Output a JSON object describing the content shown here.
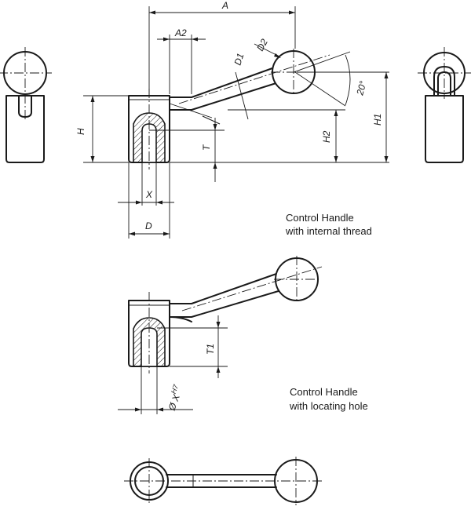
{
  "labels": {
    "A": "A",
    "A2": "A2",
    "D1": "D1",
    "D2": "D2",
    "angle": "20°",
    "H": "H",
    "H1": "H1",
    "H2": "H2",
    "T": "T",
    "X": "X",
    "D": "D",
    "T1": "T1",
    "X_hole_prefix": "Ø X",
    "X_hole_sup": "H7"
  },
  "captions": {
    "internal_line1": "Control Handle",
    "internal_line2": "with internal thread",
    "locating_line1": "Control Handle",
    "locating_line2": "with locating hole"
  }
}
